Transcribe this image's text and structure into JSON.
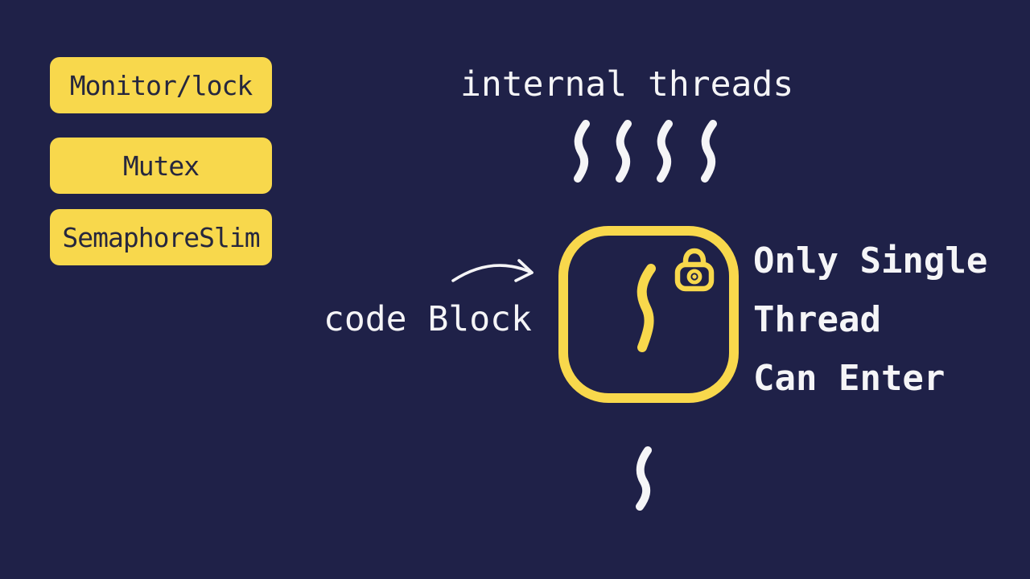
{
  "colors": {
    "background": "#1F2148",
    "accent_yellow": "#F8D84C",
    "dark_text": "#26273E",
    "light_text": "#F5F5F7"
  },
  "sync_primitives": [
    {
      "label": "Monitor/lock"
    },
    {
      "label": "Mutex"
    },
    {
      "label": "SemaphoreSlim"
    }
  ],
  "threads": {
    "title": "internal threads",
    "count": 4,
    "icon": "thread-squiggle-icon"
  },
  "code_block": {
    "label": "code Block",
    "box_icon": "code-block-box",
    "lock_icon": "padlock-icon",
    "inner_icon": "thread-squiggle-icon",
    "arrow_icon": "curved-arrow-icon"
  },
  "result": {
    "lines": [
      "Only Single",
      "Thread",
      "Can Enter"
    ]
  },
  "exiting_thread": {
    "icon": "thread-squiggle-icon"
  }
}
